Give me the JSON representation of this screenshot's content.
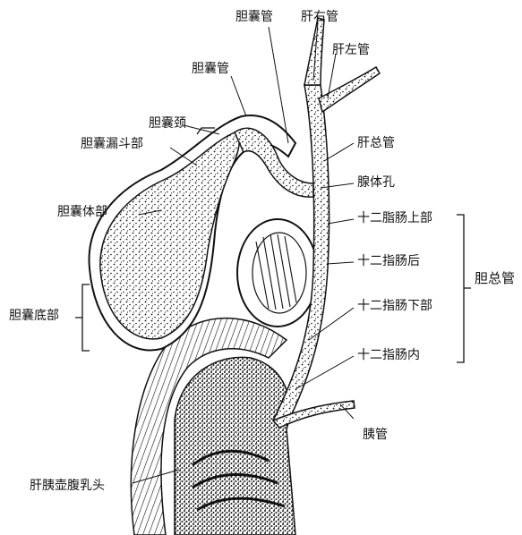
{
  "colors": {
    "ink": "#111111",
    "tissue": "#e6e6e6",
    "paper": "#ffffff"
  },
  "labels": {
    "cystic_duct_top": "胆囊管",
    "right_hepatic_duct": "肝右管",
    "left_hepatic_duct": "肝左管",
    "cystic_duct": "胆囊管",
    "gallbladder_neck": "胆囊颈",
    "gallbladder_infundibulum": "胆囊漏斗部",
    "common_hepatic_duct": "肝总管",
    "glandular_orifice": "腺体孔",
    "gallbladder_body": "胆囊体部",
    "supraduodenal": "十二脂肠上部",
    "retroduodenal": "十二指肠后",
    "common_bile_duct": "胆总管",
    "gallbladder_fundus": "胆囊底部",
    "infraduodenal": "十二指肠下部",
    "intraduodenal": "十二指肠内",
    "pancreatic_duct": "胰管",
    "ampulla_papilla": "肝胰壶腹乳头"
  }
}
